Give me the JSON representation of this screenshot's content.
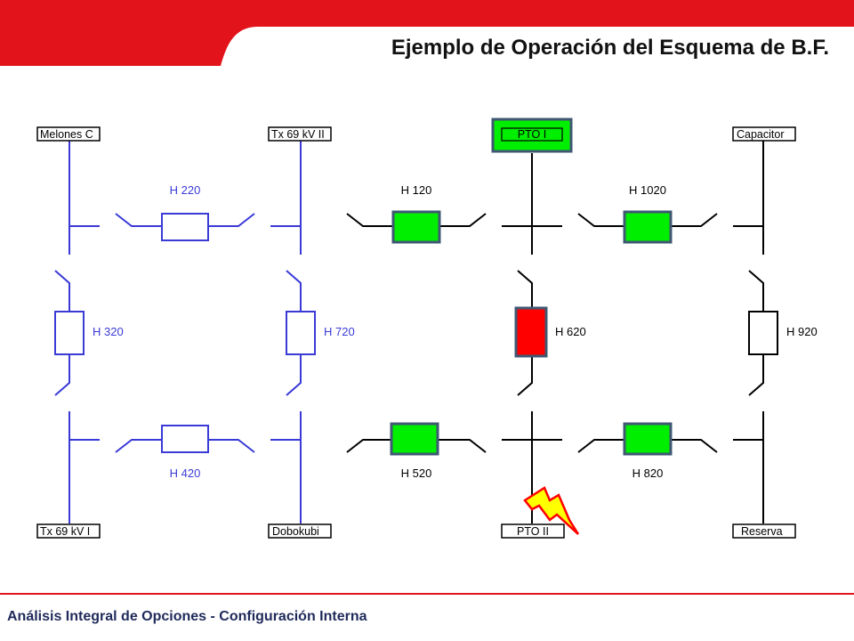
{
  "slide": {
    "title": "Ejemplo de Operación del Esquema de B.F.",
    "footer": "Análisis Integral de Opciones - Configuración Interna",
    "accent_color": "#e3131b"
  },
  "diagram": {
    "colors": {
      "open_line": "#3a3ad6",
      "closed_line": "#000000",
      "breaker_closed_fill": "#00ee00",
      "breaker_tripped_fill": "#ff0000",
      "breaker_border": "#3f5873",
      "fault_fill": "#ffff00",
      "fault_stroke": "#ff0000"
    },
    "nodes": {
      "melones_c": "Melones C",
      "tx69_ii": "Tx 69 kV II",
      "pto_i": "PTO I",
      "capacitor": "Capacitor",
      "tx69_i": "Tx 69 kV I",
      "dobokubi": "Dobokubi",
      "pto_ii": "PTO II",
      "reserva": "Reserva"
    },
    "breakers": {
      "h220": "H 220",
      "h120": "H 120",
      "h1020": "H 1020",
      "h320": "H 320",
      "h720": "H 720",
      "h620": "H 620",
      "h920": "H 920",
      "h420": "H 420",
      "h520": "H 520",
      "h820": "H 820"
    },
    "breaker_states": {
      "h220": "open",
      "h120": "closed",
      "h1020": "closed",
      "h320": "open",
      "h720": "open",
      "h620": "tripped",
      "h920": "open",
      "h420": "open",
      "h520": "closed",
      "h820": "closed"
    },
    "fault_icon": "lightning-bolt-icon"
  }
}
